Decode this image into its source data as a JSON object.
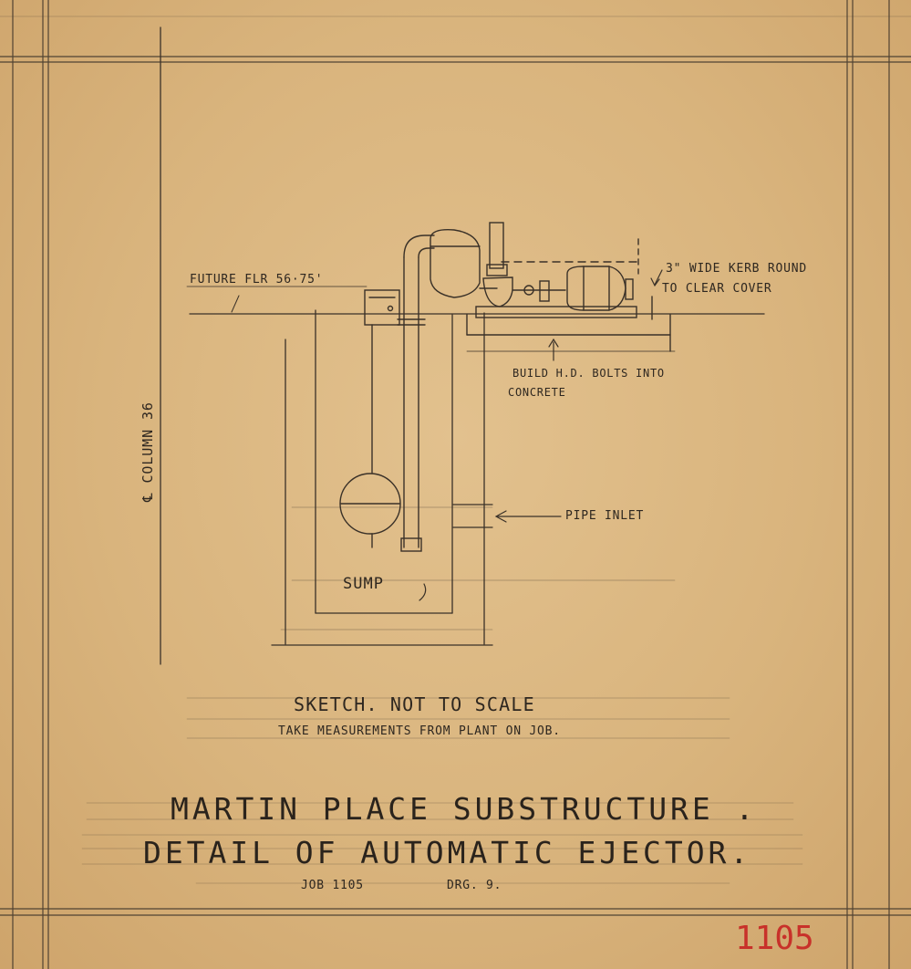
{
  "drawing": {
    "floor_label": "FUTURE FLR 56·75'",
    "column_label": "℄ COLUMN 36",
    "kerb_note_line1": "3\" WIDE KERB ROUND",
    "kerb_note_line2": "TO CLEAR COVER",
    "bolts_note_line1": "BUILD H.D. BOLTS INTO",
    "bolts_note_line2": "CONCRETE",
    "pipe_inlet_label": "PIPE INLET",
    "sump_label": "SUMP"
  },
  "notes": {
    "sketch_line": "SKETCH. NOT TO SCALE",
    "measure_line": "TAKE MEASUREMENTS FROM PLANT ON JOB."
  },
  "title_block": {
    "title_line1": "MARTIN PLACE SUBSTRUCTURE .",
    "title_line2": "DETAIL OF AUTOMATIC EJECTOR.",
    "job_label": "JOB 1105",
    "drawing_label": "DRG. 9."
  },
  "stamp": {
    "red_number": "1105",
    "color": "#c8312a"
  },
  "colors": {
    "paper": "#d9b47d",
    "ink": "#3a3128"
  }
}
